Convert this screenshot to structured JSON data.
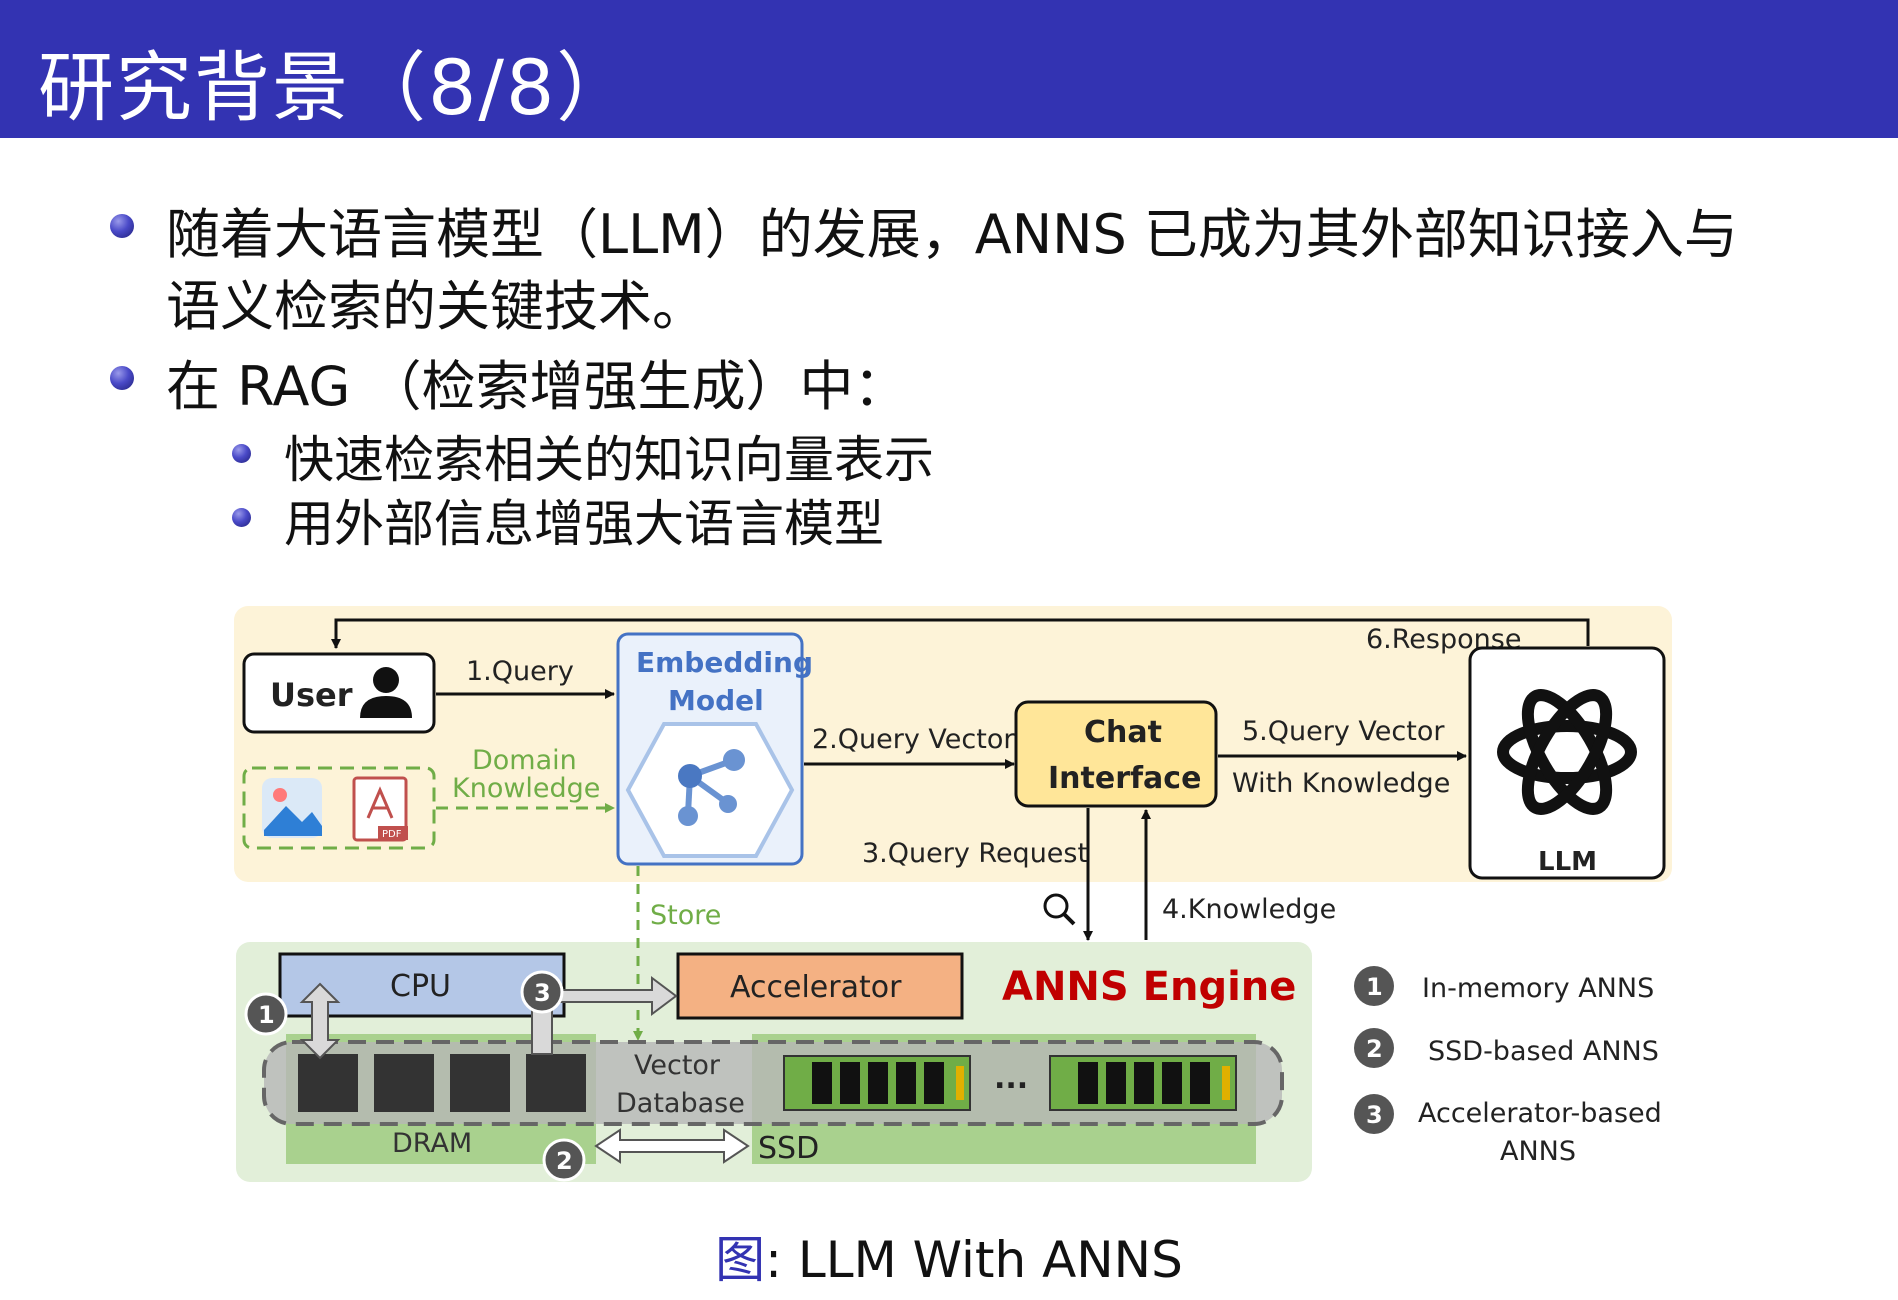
{
  "header": {
    "title": "研究背景（8/8）"
  },
  "bullets": [
    {
      "text_line1": "随着大语言模型（LLM）的发展，ANNS 已成为其外部知识接入与",
      "text_line2": "语义检索的关键技术。"
    },
    {
      "text": "在 RAG （检索增强生成）中："
    }
  ],
  "sub_bullets": [
    {
      "text": "快速检索相关的知识向量表示"
    },
    {
      "text": "用外部信息增强大语言模型"
    }
  ],
  "figure": {
    "user_label": "User",
    "query_label": "1.Query",
    "embedding_title_1": "Embedding",
    "embedding_title_2": "Model",
    "domain_label_1": "Domain",
    "domain_label_2": "Knowledge",
    "pdf_label": "PDF",
    "query_vector_label": "2.Query Vector",
    "chat_interface_1": "Chat",
    "chat_interface_2": "Interface",
    "query_vector_knowledge_1": "5.Query Vector",
    "query_vector_knowledge_2": "With Knowledge",
    "response_label": "6.Response",
    "llm_label": "LLM",
    "query_request_label": "3.Query Request",
    "knowledge_label": "4.Knowledge",
    "store_label": "Store",
    "cpu_label": "CPU",
    "accelerator_label": "Accelerator",
    "anns_engine_label": "ANNS Engine",
    "vector_db_1": "Vector",
    "vector_db_2": "Database",
    "dram_label": "DRAM",
    "ssd_label": "SSD",
    "ellipsis": "...",
    "badge_1": "1",
    "badge_2": "2",
    "badge_3": "3",
    "legend": [
      {
        "num": "1",
        "text": "In-memory ANNS"
      },
      {
        "num": "2",
        "text": "SSD-based ANNS"
      },
      {
        "num": "3",
        "text_1": "Accelerator-based",
        "text_2": "ANNS"
      }
    ],
    "colors": {
      "top_panel": "#fdf3d8",
      "bottom_panel": "#e2efd9",
      "embedding_border": "#4472c4",
      "chat_fill": "#ffe699",
      "cpu_fill": "#b4c7e7",
      "accelerator_fill": "#f4b183",
      "anns_red": "#c00000",
      "dashed_green": "#70ad47"
    }
  },
  "caption": {
    "label": "图",
    "sep": ": ",
    "text": "LLM With ANNS"
  }
}
